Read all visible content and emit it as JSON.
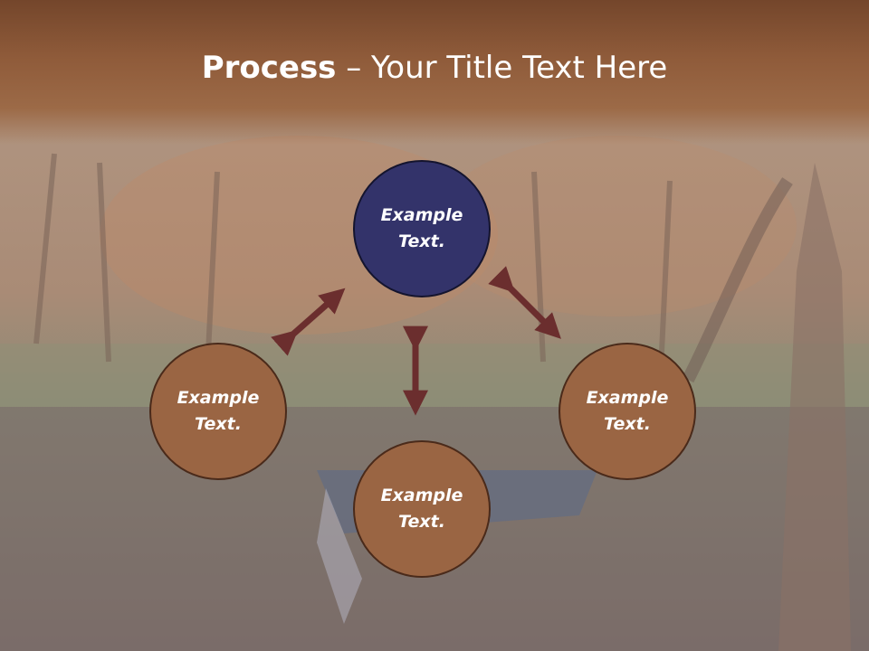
{
  "title": {
    "bold": "Process",
    "rest": " – Your Title Text Here"
  },
  "nodes": [
    {
      "text": "Example Text."
    },
    {
      "text": "Example Text."
    },
    {
      "text": "Example Text."
    },
    {
      "text": "Example Text."
    }
  ],
  "colors": {
    "header": "#8f5b3a",
    "center_node": "#33336a",
    "outer_nodes": "#9a6543",
    "arrows": "#6b2e2e"
  }
}
